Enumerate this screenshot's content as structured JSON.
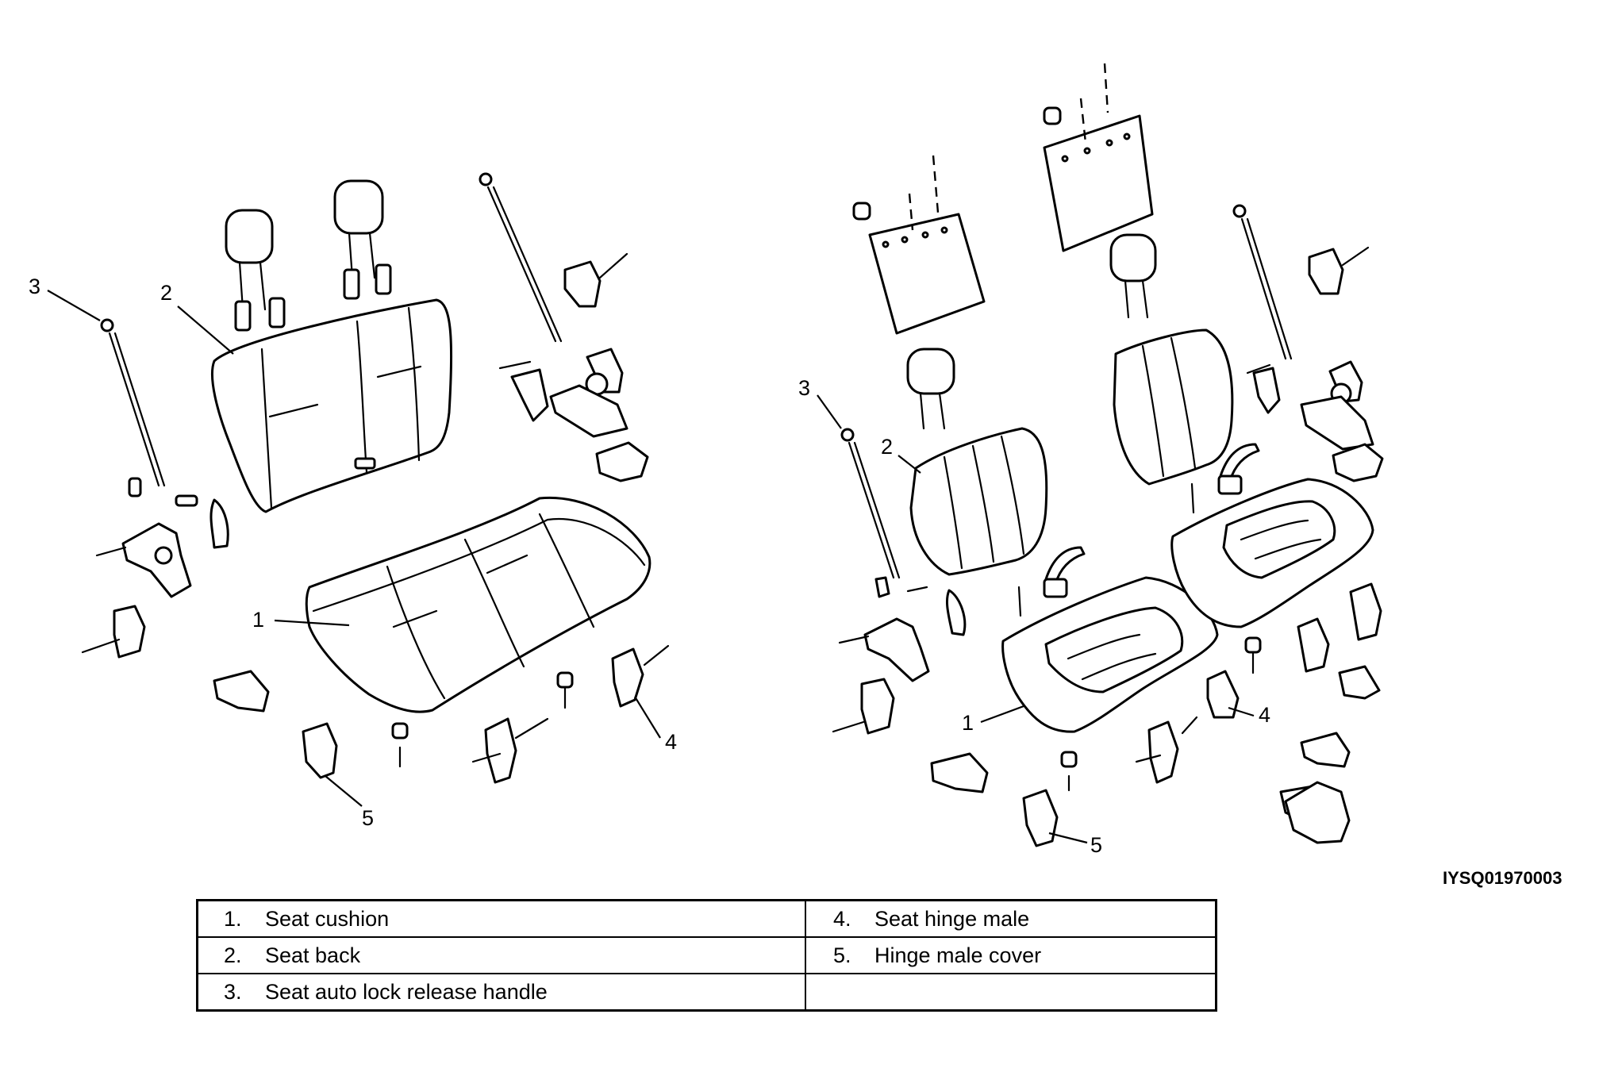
{
  "callouts": {
    "left": [
      "1",
      "2",
      "3",
      "4",
      "5"
    ],
    "right": [
      "1",
      "2",
      "3",
      "4",
      "5"
    ]
  },
  "image_code": "IYSQ01970003",
  "legend": {
    "rows": [
      [
        {
          "num": "1.",
          "text": "Seat cushion"
        },
        {
          "num": "4.",
          "text": "Seat hinge male"
        }
      ],
      [
        {
          "num": "2.",
          "text": "Seat back"
        },
        {
          "num": "5.",
          "text": "Hinge male cover"
        }
      ],
      [
        {
          "num": "3.",
          "text": "Seat auto lock release handle"
        },
        {
          "num": "",
          "text": ""
        }
      ]
    ]
  }
}
